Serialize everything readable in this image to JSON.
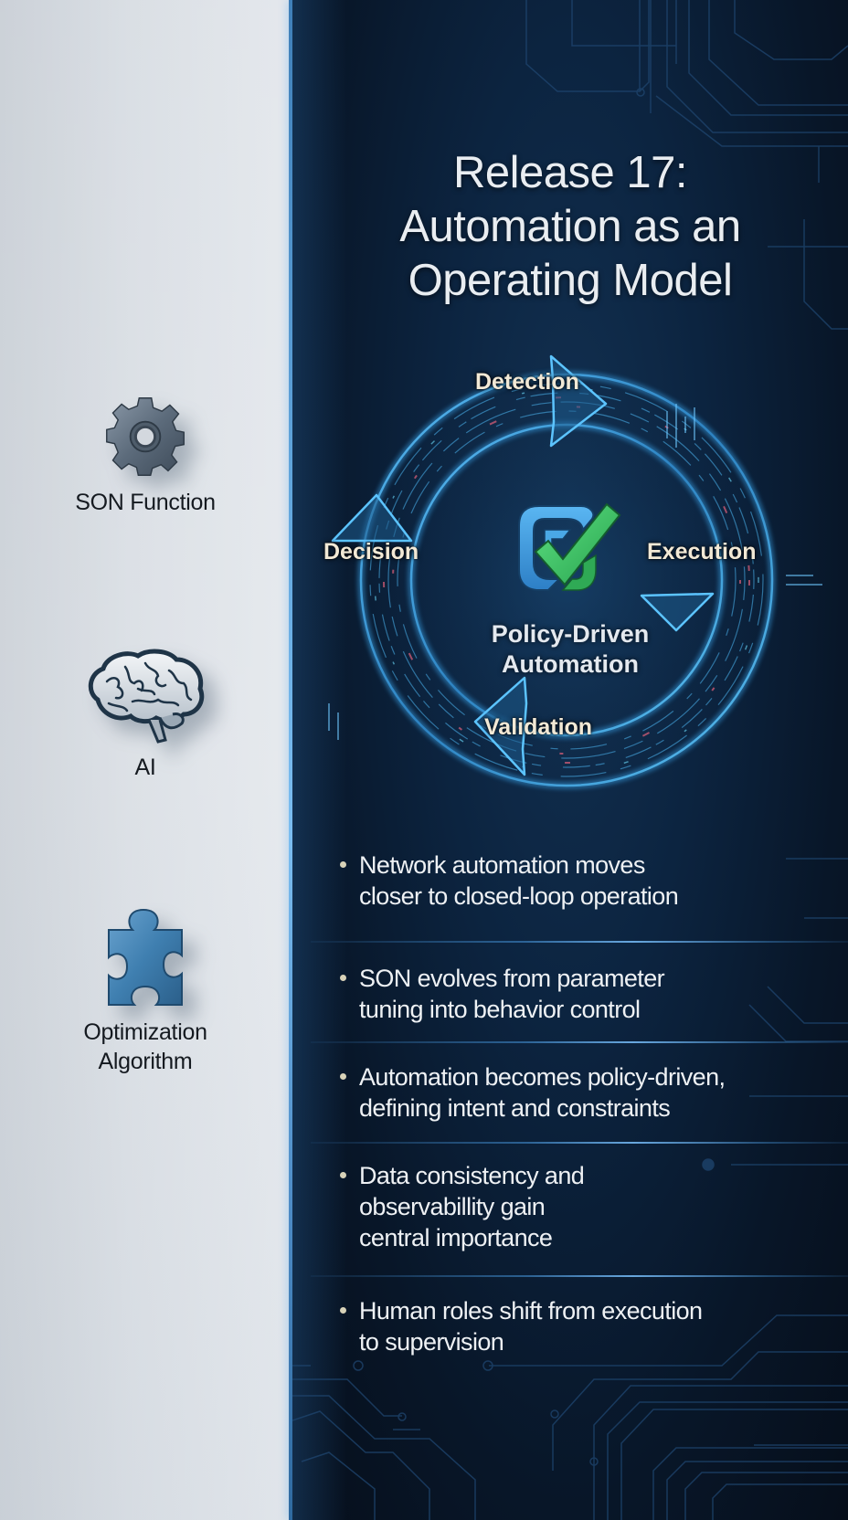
{
  "title": {
    "line1": "Release 17:",
    "line2": "Automation as an",
    "line3": "Operating Model"
  },
  "sidebar": {
    "items": [
      {
        "icon": "gear-icon",
        "label_lines": [
          "SON Function"
        ]
      },
      {
        "icon": "brain-icon",
        "label_lines": [
          "AI"
        ]
      },
      {
        "icon": "puzzle-piece-icon",
        "label_lines": [
          "Optimization",
          "Algorithm"
        ]
      }
    ]
  },
  "cycle": {
    "stages": [
      {
        "label": "Detection",
        "position": "top"
      },
      {
        "label": "Execution",
        "position": "right"
      },
      {
        "label": "Validation",
        "position": "bottom"
      },
      {
        "label": "Decision",
        "position": "left"
      }
    ],
    "center": {
      "icon": "policy-check-icon",
      "line1": "Policy-Driven",
      "line2": "Automation"
    }
  },
  "bullets": [
    {
      "lines": [
        "Network automation moves",
        "closer to closed-loop operation"
      ]
    },
    {
      "lines": [
        "SON evolves from parameter",
        "tuning into behavior control"
      ]
    },
    {
      "lines": [
        "Automation becomes policy-driven,",
        "defining intent and constraints"
      ]
    },
    {
      "lines": [
        "Data consistency and",
        "observabillity gain",
        "central importance"
      ]
    },
    {
      "lines": [
        "Human roles shift from execution",
        "to supervision"
      ]
    }
  ],
  "colors": {
    "left_bg": "#d8dde3",
    "right_bg": "#0c2440",
    "accent_blue": "#4fb3f0",
    "check_green": "#3fc46a",
    "stage_label": "#f2e9d6",
    "divider": "#5fa3da"
  }
}
